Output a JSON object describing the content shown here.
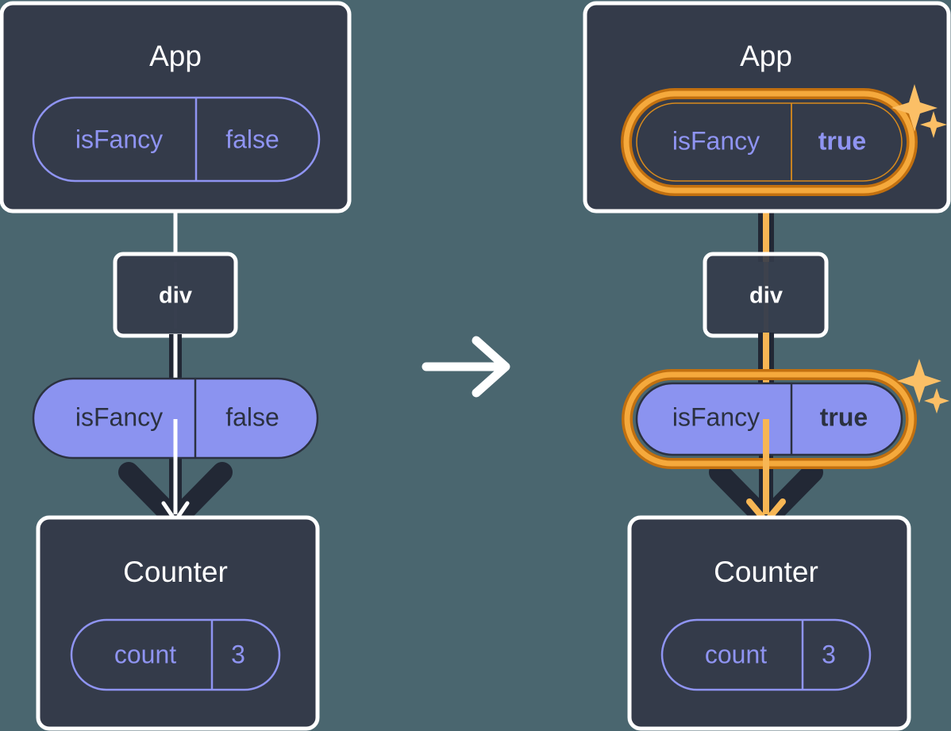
{
  "diagram": {
    "type": "react-state-propagation",
    "background_color": "#4a666f",
    "transition_arrow": "→",
    "panels": [
      {
        "id": "before",
        "app": {
          "title": "App",
          "state_pill": {
            "name": "isFancy",
            "value": "false",
            "style": "outlined",
            "highlighted": false,
            "bold_value": false
          }
        },
        "dom_node": {
          "label": "div"
        },
        "prop_pill": {
          "name": "isFancy",
          "value": "false",
          "style": "filled",
          "highlighted": false,
          "bold_value": false
        },
        "child": {
          "title": "Counter",
          "state_pill": {
            "name": "count",
            "value": "3",
            "style": "outlined",
            "highlighted": false,
            "bold_value": false
          }
        },
        "sparkles": false,
        "flow_color": "#ffffff"
      },
      {
        "id": "after",
        "app": {
          "title": "App",
          "state_pill": {
            "name": "isFancy",
            "value": "true",
            "style": "outlined",
            "highlighted": true,
            "bold_value": true
          }
        },
        "dom_node": {
          "label": "div"
        },
        "prop_pill": {
          "name": "isFancy",
          "value": "true",
          "style": "filled",
          "highlighted": true,
          "bold_value": true
        },
        "child": {
          "title": "Counter",
          "state_pill": {
            "name": "count",
            "value": "3",
            "style": "outlined",
            "highlighted": false,
            "bold_value": false
          }
        },
        "sparkles": true,
        "flow_color": "#f7b654"
      }
    ],
    "colors": {
      "panel_fill": "#343b4a",
      "panel_border": "#ffffff",
      "pill_outline": "#8f94f2",
      "pill_fill": "#8b93f0",
      "pill_fill_border": "#2b3140",
      "text_light": "#ffffff",
      "text_periwinkle": "#8f94f2",
      "text_dark": "#2b3140",
      "highlight_outer": "#c2700f",
      "highlight_inner": "#f5a93c",
      "sparkle": "#fbbf66",
      "arrow_dark": "#222835",
      "arrow_light": "#ffffff"
    }
  }
}
